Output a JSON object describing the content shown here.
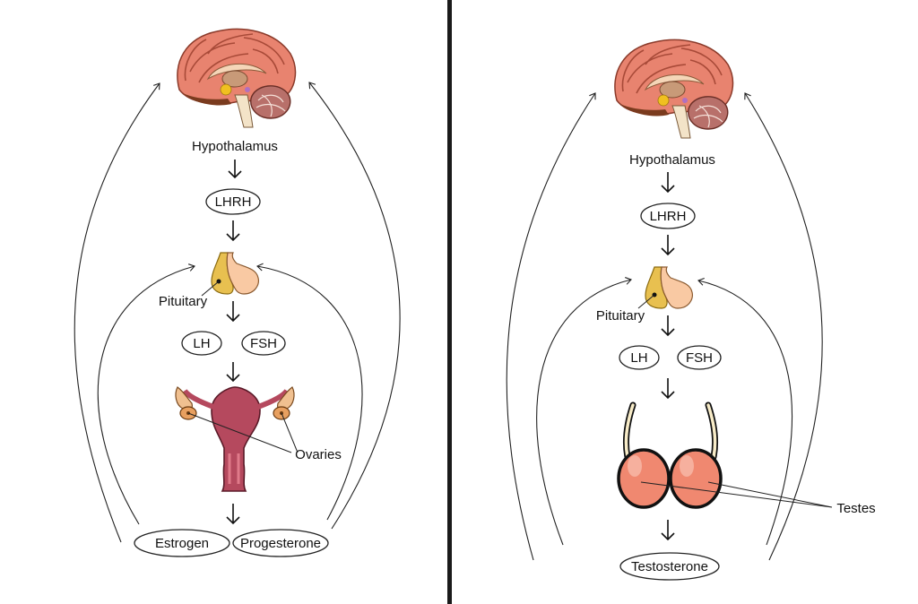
{
  "female": {
    "hypothalamus": "Hypothalamus",
    "lhrh": "LHRH",
    "pituitary": "Pituitary",
    "lh": "LH",
    "fsh": "FSH",
    "ovaries": "Ovaries",
    "estrogen": "Estrogen",
    "progesterone": "Progesterone"
  },
  "male": {
    "hypothalamus": "Hypothalamus",
    "lhrh": "LHRH",
    "pituitary": "Pituitary",
    "lh": "LH",
    "fsh": "FSH",
    "testes": "Testes",
    "testosterone": "Testosterone"
  },
  "colors": {
    "brain_cortex": "#e8836f",
    "brain_dark": "#7a3b1e",
    "pituitary_left": "#e8c050",
    "pituitary_right": "#f9c9a3",
    "uterus": "#b5495e",
    "ovary": "#e8a060",
    "testis": "#f08870",
    "divider": "#1a1a1a"
  }
}
